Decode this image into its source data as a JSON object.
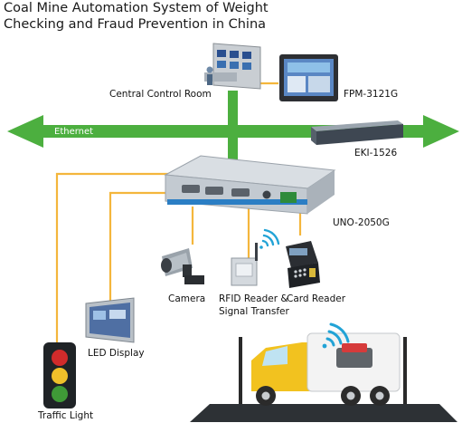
{
  "title_line1": "Coal Mine Automation System of Weight",
  "title_line2": "Checking and Fraud Prevention in China",
  "network": {
    "label": "Ethernet"
  },
  "nodes": {
    "control_room": "Central Control Room",
    "panel_pc": "FPM-3121G",
    "switch": "EKI-1526",
    "controller": "UNO-2050G",
    "camera": "Camera",
    "rfid_line1": "RFID Reader &",
    "rfid_line2": "Signal Transfer",
    "card_reader": "Card Reader",
    "led_display": "LED Display",
    "traffic_light": "Traffic Light"
  },
  "colors": {
    "ethernet": "#4caf3f",
    "wire": "#f4b63c",
    "wireless": "#22a3d6",
    "truck_cab": "#f2c21f",
    "truck_box": "#f3f3f3"
  }
}
